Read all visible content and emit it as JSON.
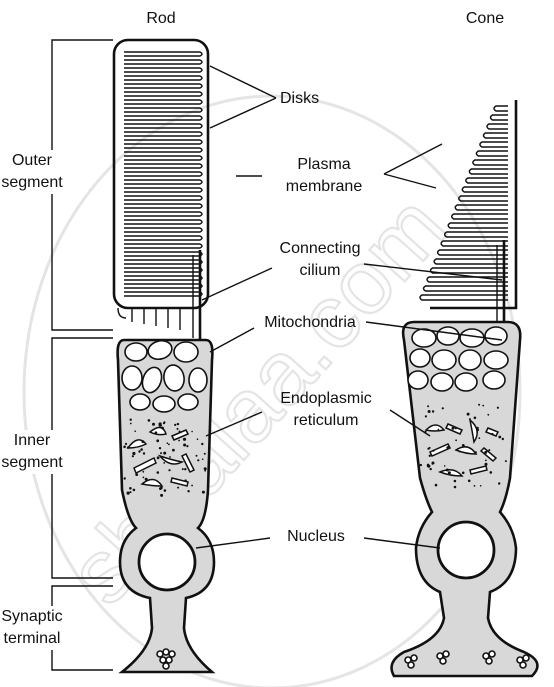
{
  "titles": {
    "rod": "Rod",
    "cone": "Cone"
  },
  "left_labels": {
    "outer_line1": "Outer",
    "outer_line2": "segment",
    "inner_line1": "Inner",
    "inner_line2": "segment",
    "synaptic_line1": "Synaptic",
    "synaptic_line2": "terminal"
  },
  "center_labels": {
    "disks": "Disks",
    "plasma_line1": "Plasma",
    "plasma_line2": "membrane",
    "connecting_line1": "Connecting",
    "connecting_line2": "cilium",
    "mitochondria": "Mitochondria",
    "er_line1": "Endoplasmic",
    "er_line2": "reticulum",
    "nucleus": "Nucleus"
  },
  "watermark": "shaalaa.com",
  "colors": {
    "line": "#111111",
    "cytoplasm": "#d8d8d8",
    "background": "#ffffff",
    "watermark": "#cfcfcf"
  }
}
